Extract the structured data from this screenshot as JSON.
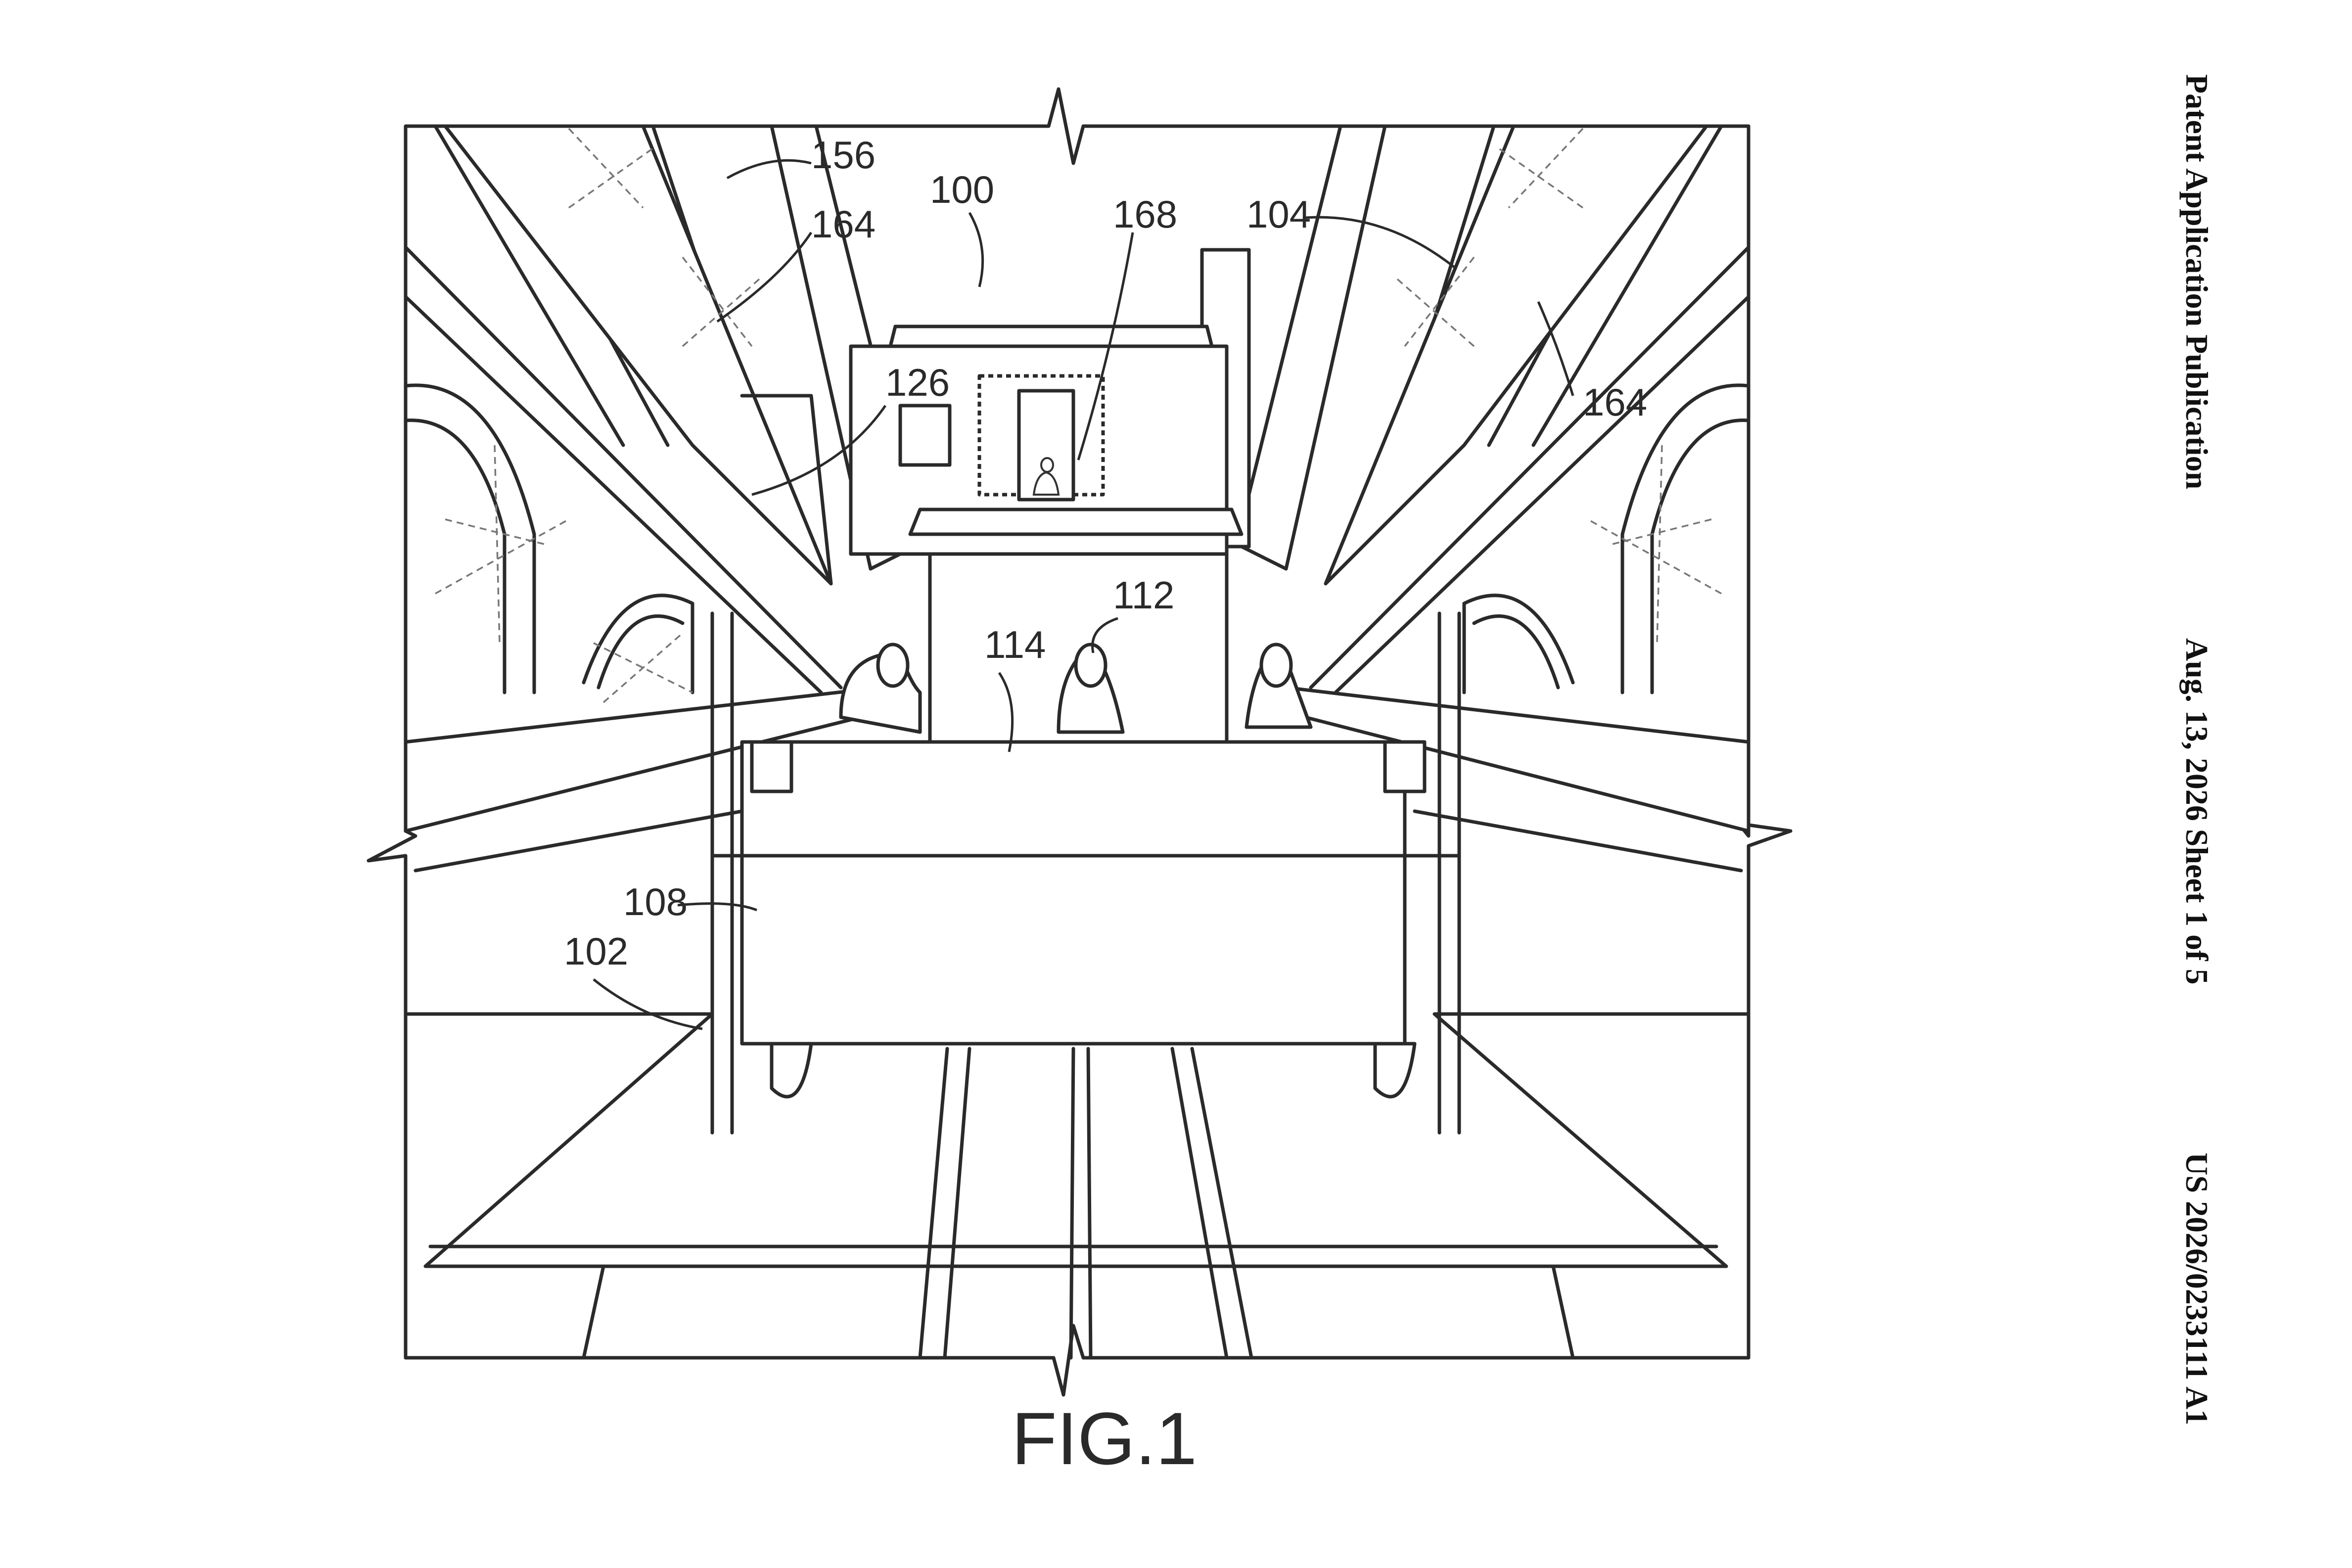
{
  "header": {
    "publication_type": "Patent Application Publication",
    "date_sheet": "Aug. 13, 2026  Sheet 1 of 5",
    "publication_number": "US 2026/0233111 A1"
  },
  "figure": {
    "caption": "FIG.1",
    "reference_numerals": {
      "r100": "100",
      "r102": "102",
      "r104": "104",
      "r108": "108",
      "r112": "112",
      "r114": "114",
      "r126": "126",
      "r156": "156",
      "r164a": "164",
      "r164b": "164",
      "r168": "168"
    }
  }
}
